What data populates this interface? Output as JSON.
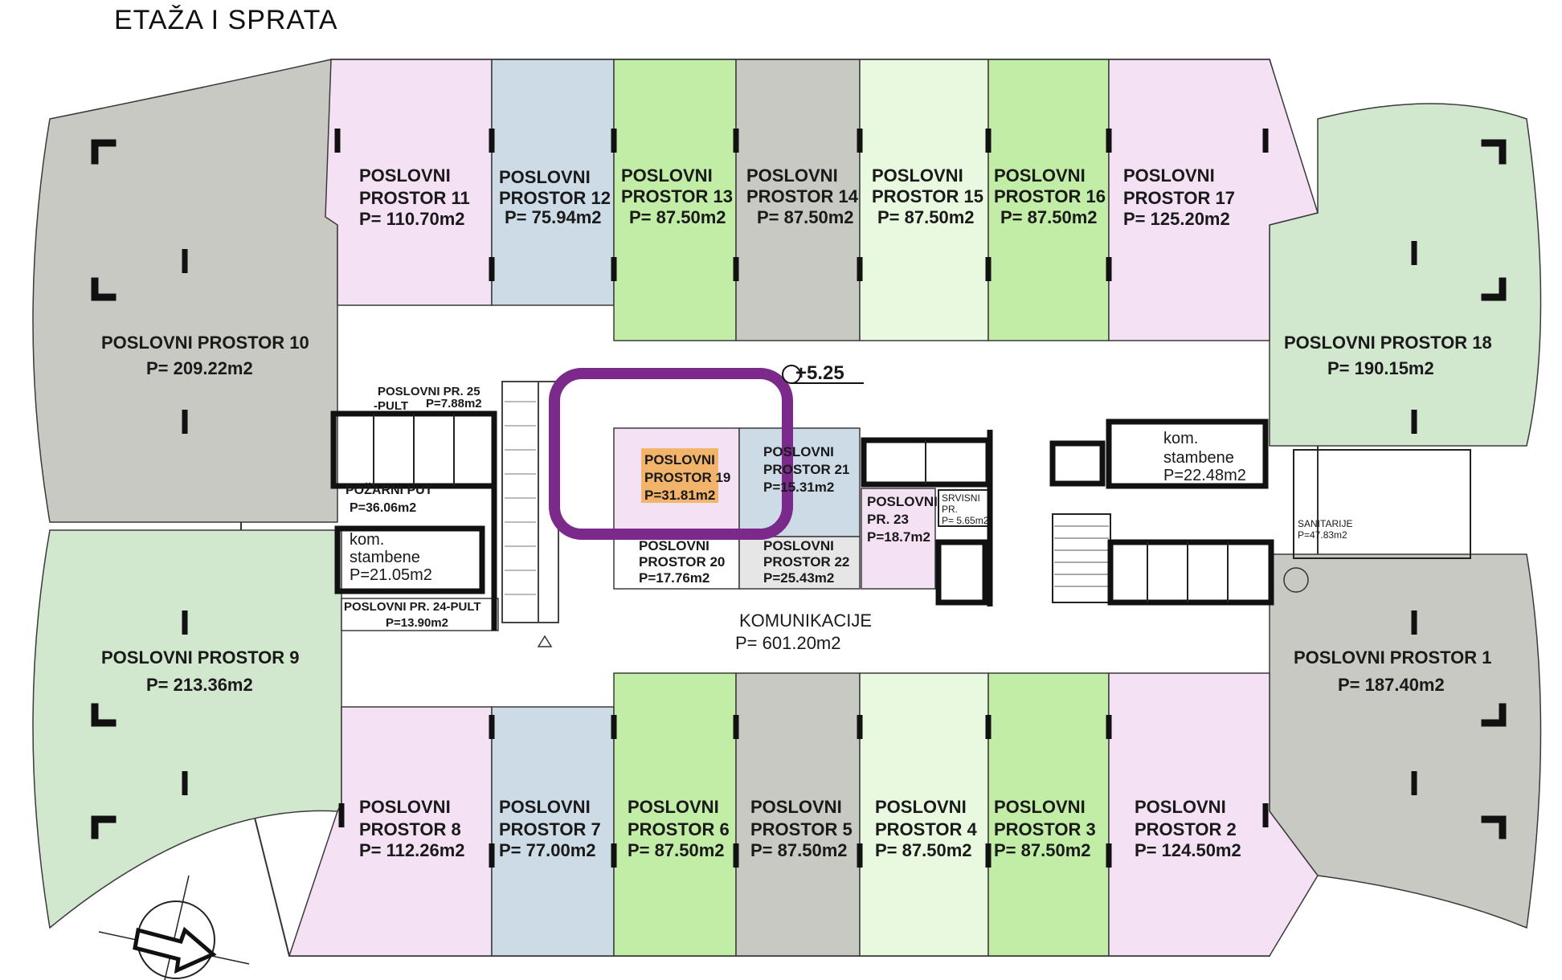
{
  "title": "ETAŽA  I SPRATA",
  "colors": {
    "pink": "#f4e1f4",
    "blue": "#cddbe6",
    "green": "#c2eda6",
    "grey": "#c9c9c4",
    "mint": "#e8f9e0",
    "lightgreen": "#d1e8cf",
    "highlight_frame": "#7b2a8b",
    "highlight_label": "#f2b36b"
  },
  "level_mark": "+5.25",
  "units": {
    "u11": {
      "l1": "POSLOVNI",
      "l2": "PROSTOR 11",
      "area": "P= 110.70m2"
    },
    "u12": {
      "l1": "POSLOVNI",
      "l2": "PROSTOR 12",
      "area": "P= 75.94m2"
    },
    "u13": {
      "l1": "POSLOVNI",
      "l2": "PROSTOR 13",
      "area": "P= 87.50m2"
    },
    "u14": {
      "l1": "POSLOVNI",
      "l2": "PROSTOR 14",
      "area": "P= 87.50m2"
    },
    "u15": {
      "l1": "POSLOVNI",
      "l2": "PROSTOR 15",
      "area": "P= 87.50m2"
    },
    "u16": {
      "l1": "POSLOVNI",
      "l2": "PROSTOR 16",
      "area": "P= 87.50m2"
    },
    "u17": {
      "l1": "POSLOVNI",
      "l2": "PROSTOR 17",
      "area": "P= 125.20m2"
    },
    "u10": {
      "l1": "POSLOVNI PROSTOR 10",
      "area": "P= 209.22m2"
    },
    "u18": {
      "l1": "POSLOVNI PROSTOR 18",
      "area": "P= 190.15m2"
    },
    "u9": {
      "l1": "POSLOVNI PROSTOR 9",
      "area": "P= 213.36m2"
    },
    "u1": {
      "l1": "POSLOVNI PROSTOR 1",
      "area": "P= 187.40m2"
    },
    "u8": {
      "l1": "POSLOVNI",
      "l2": "PROSTOR 8",
      "area": "P= 112.26m2"
    },
    "u7": {
      "l1": "POSLOVNI",
      "l2": "PROSTOR 7",
      "area": "P= 77.00m2"
    },
    "u6": {
      "l1": "POSLOVNI",
      "l2": "PROSTOR 6",
      "area": "P= 87.50m2"
    },
    "u5": {
      "l1": "POSLOVNI",
      "l2": "PROSTOR 5",
      "area": "P= 87.50m2"
    },
    "u4": {
      "l1": "POSLOVNI",
      "l2": "PROSTOR 4",
      "area": "P= 87.50m2"
    },
    "u3": {
      "l1": "POSLOVNI",
      "l2": "PROSTOR 3",
      "area": "P= 87.50m2"
    },
    "u2": {
      "l1": "POSLOVNI",
      "l2": "PROSTOR 2",
      "area": "P= 124.50m2"
    },
    "u19": {
      "l1": "POSLOVNI",
      "l2": "PROSTOR 19",
      "area": "P=31.81m2"
    },
    "u21": {
      "l1": "POSLOVNI",
      "l2": "PROSTOR 21",
      "area": "P=15.31m2"
    },
    "u20": {
      "l1": "POSLOVNI",
      "l2": "PROSTOR 20",
      "area": "P=17.76m2"
    },
    "u22": {
      "l1": "POSLOVNI",
      "l2": "PROSTOR 22",
      "area": "P=25.43m2"
    },
    "u23": {
      "l1": "POSLOVNI",
      "l2": "PR. 23",
      "area": "P=18.7m2"
    },
    "u25": {
      "l1": "POSLOVNI PR. 25",
      "l2": "-PULT",
      "area": "P=7.88m2"
    },
    "u24": {
      "l1": "POSLOVNI PR. 24-PULT",
      "area": "P=13.90m2"
    }
  },
  "rooms": {
    "pozarni": {
      "l1": "POŽARNI PUT",
      "area": "P=36.06m2"
    },
    "kom_left": {
      "l1": "kom.",
      "l2": "stambene",
      "area": "P=21.05m2"
    },
    "kom_right": {
      "l1": "kom.",
      "l2": "stambene",
      "area": "P=22.48m2"
    },
    "servis": {
      "l1": "SRVISNI",
      "l2": "PR.",
      "area": "P= 5.65m2"
    },
    "sanitarije": {
      "l1": "SANITARIJE",
      "area": "P=47.83m2"
    },
    "komunikacije": {
      "l1": "KOMUNIKACIJE",
      "area": "P= 601.20m2"
    }
  }
}
